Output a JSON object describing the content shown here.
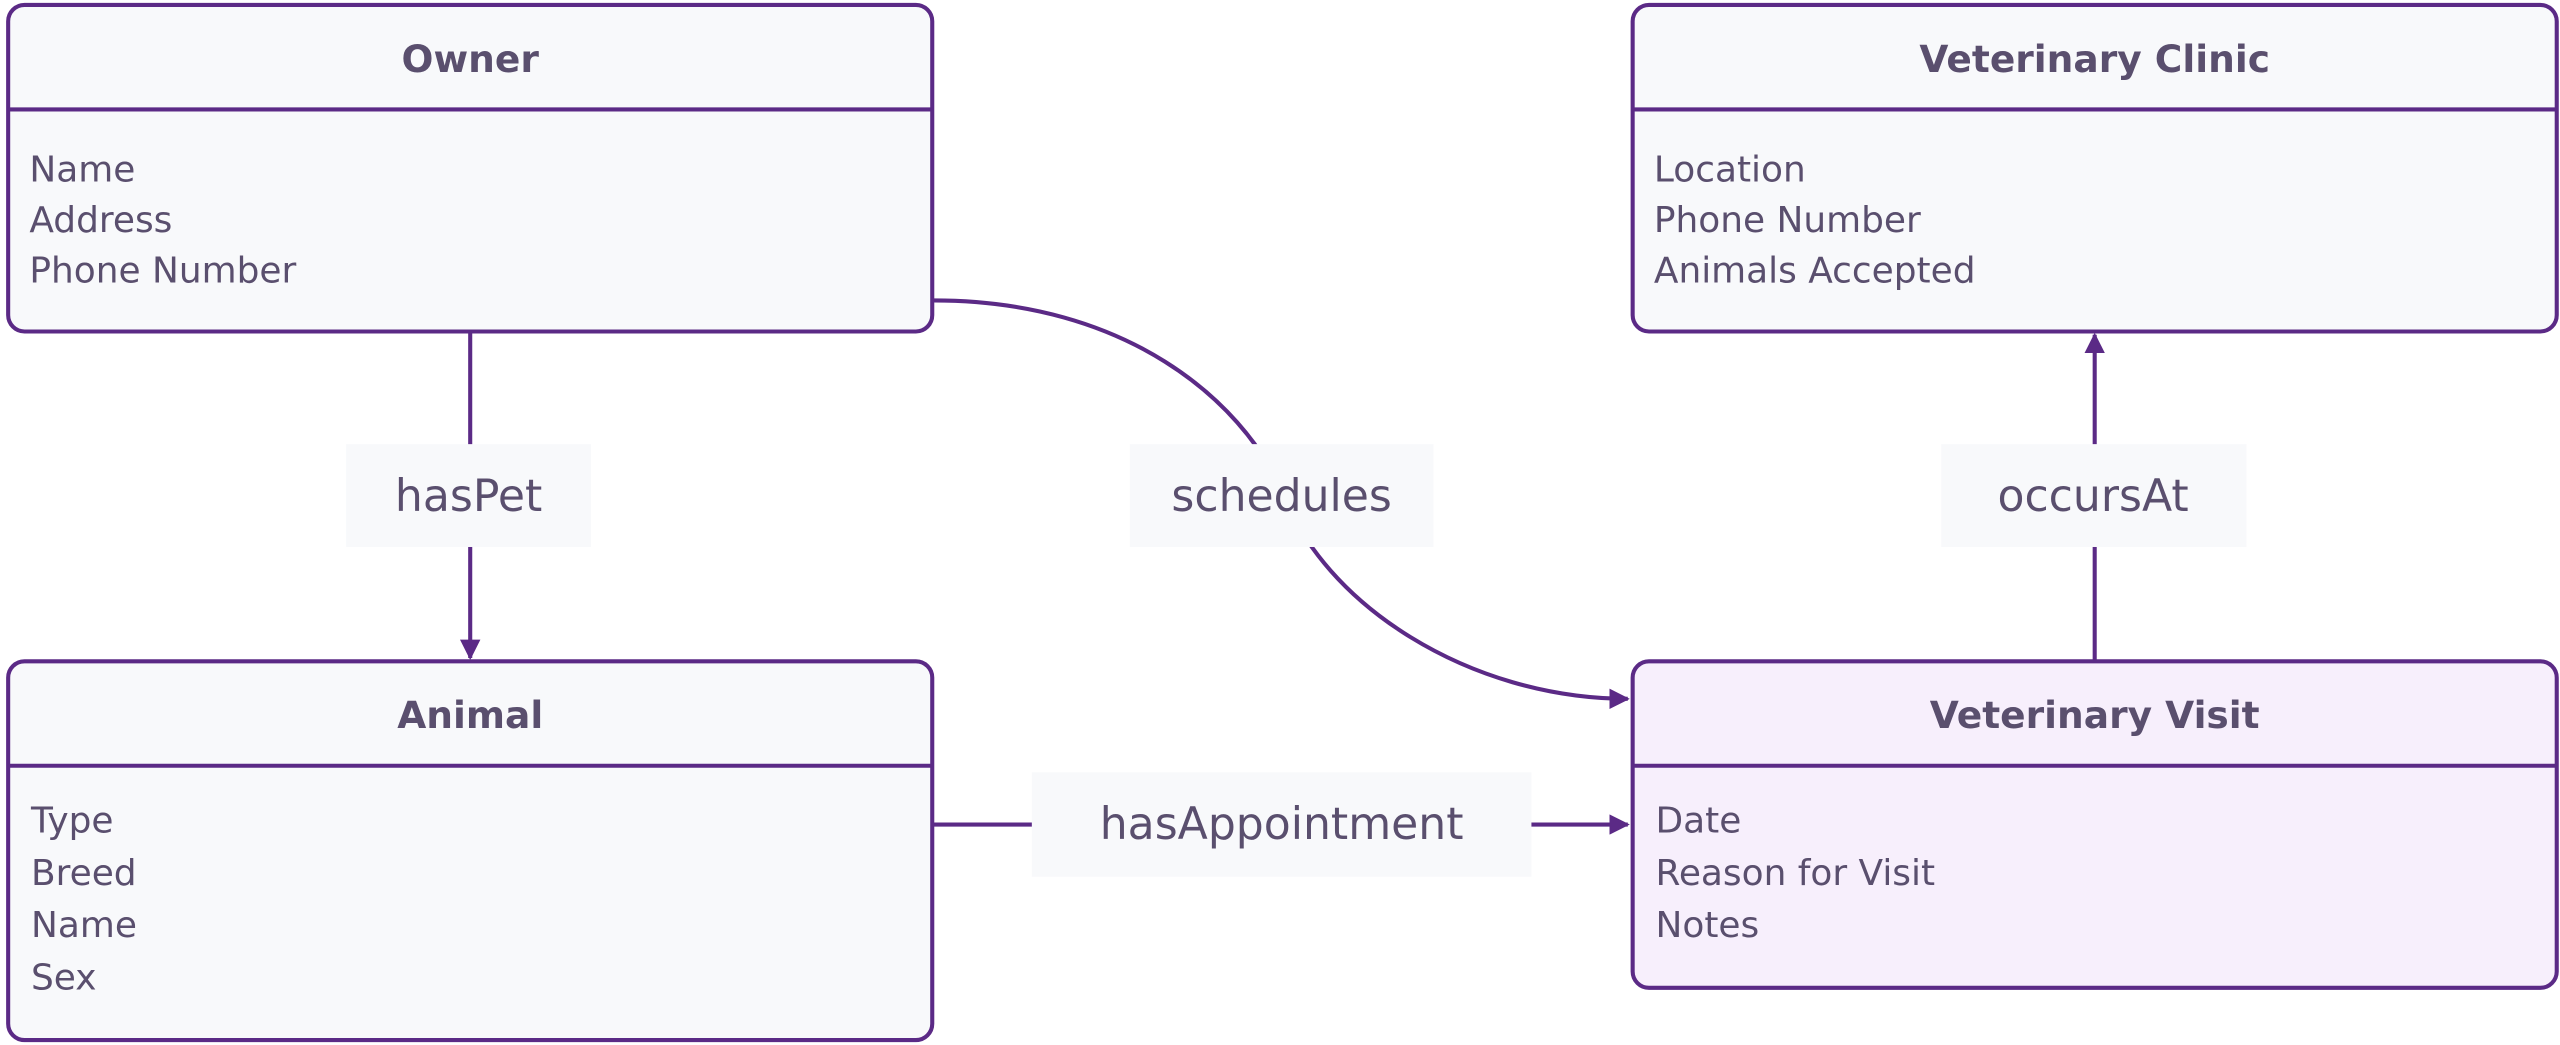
{
  "entities": [
    {
      "title": "Owner",
      "attributes": [
        "Name",
        "Address",
        "Phone Number"
      ]
    },
    {
      "title": "Veterinary Clinic",
      "attributes": [
        "Location",
        "Phone Number",
        "Animals Accepted"
      ]
    },
    {
      "title": "Animal",
      "attributes": [
        "Type",
        "Breed",
        "Name",
        "Sex"
      ]
    },
    {
      "title": "Veterinary Visit",
      "attributes": [
        "Date",
        "Reason for Visit",
        "Notes"
      ]
    }
  ],
  "relationships": [
    {
      "label": "hasPet",
      "from": "Owner",
      "to": "Animal"
    },
    {
      "label": "schedules",
      "from": "Owner",
      "to": "Veterinary Visit"
    },
    {
      "label": "occursAt",
      "from": "Veterinary Visit",
      "to": "Veterinary Clinic"
    },
    {
      "label": "hasAppointment",
      "from": "Animal",
      "to": "Veterinary Visit"
    }
  ],
  "colors": {
    "stroke": "#5b2a86",
    "text": "#5a4f6e",
    "box_fill": "#f8f9fb",
    "highlight_fill": "#f7effc"
  }
}
